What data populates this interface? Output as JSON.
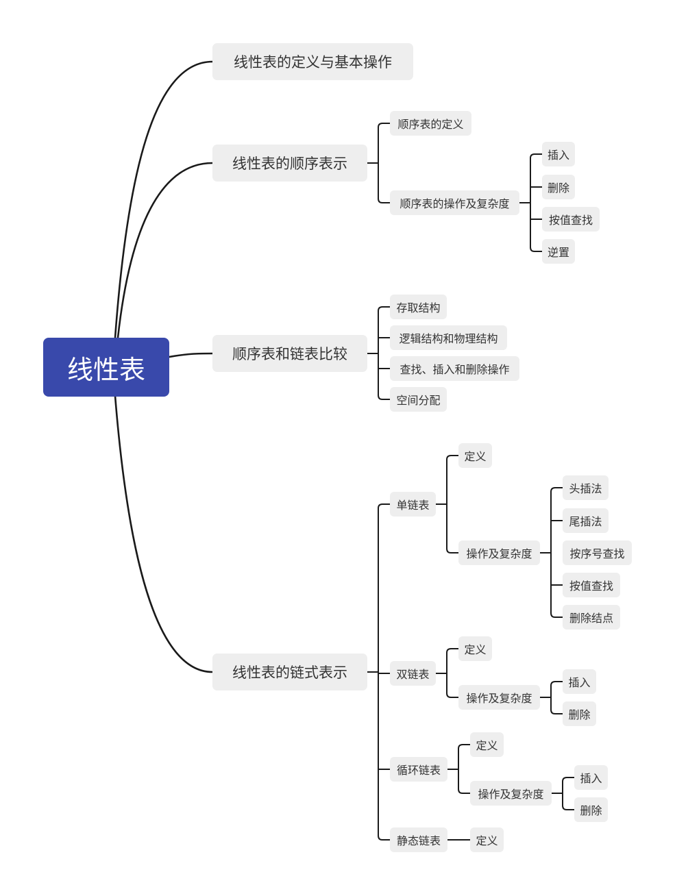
{
  "mindmap": {
    "root": "线性表",
    "branches": [
      {
        "label": "线性表的定义与基本操作",
        "children": []
      },
      {
        "label": "线性表的顺序表示",
        "children": [
          {
            "label": "顺序表的定义",
            "children": []
          },
          {
            "label": "顺序表的操作及复杂度",
            "children": [
              "插入",
              "删除",
              "按值查找",
              "逆置"
            ]
          }
        ]
      },
      {
        "label": "顺序表和链表比较",
        "children": [
          {
            "label": "存取结构",
            "children": []
          },
          {
            "label": "逻辑结构和物理结构",
            "children": []
          },
          {
            "label": "查找、插入和删除操作",
            "children": []
          },
          {
            "label": "空间分配",
            "children": []
          }
        ]
      },
      {
        "label": "线性表的链式表示",
        "children": [
          {
            "label": "单链表",
            "children": [
              {
                "label": "定义",
                "children": []
              },
              {
                "label": "操作及复杂度",
                "children": [
                  "头插法",
                  "尾插法",
                  "按序号查找",
                  "按值查找",
                  "删除结点"
                ]
              }
            ]
          },
          {
            "label": "双链表",
            "children": [
              {
                "label": "定义",
                "children": []
              },
              {
                "label": "操作及复杂度",
                "children": [
                  "插入",
                  "删除"
                ]
              }
            ]
          },
          {
            "label": "循环链表",
            "children": [
              {
                "label": "定义",
                "children": []
              },
              {
                "label": "操作及复杂度",
                "children": [
                  "插入",
                  "删除"
                ]
              }
            ]
          },
          {
            "label": "静态链表",
            "children": [
              {
                "label": "定义",
                "children": []
              }
            ]
          }
        ]
      }
    ]
  }
}
